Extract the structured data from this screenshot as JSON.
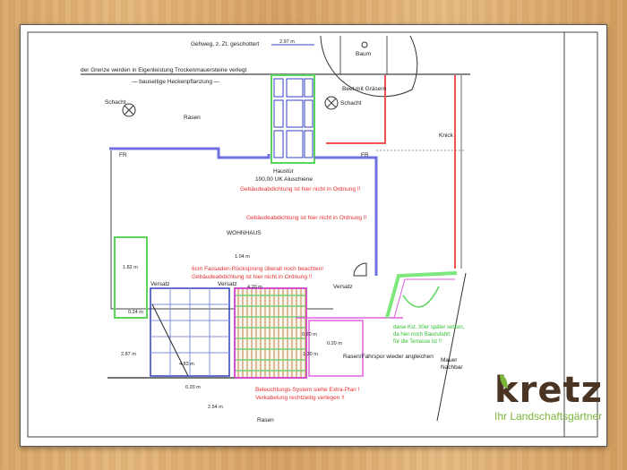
{
  "plan": {
    "top_label": "Gehweg, z. Zt. geschottert",
    "border_note": "der Grenze werden in Eigenleistung Trockenmauersteine verlegt",
    "hedge": "— bauseitige Heckenpflanzung —",
    "dim_top": "2.97 m",
    "tree": "Baum",
    "bed": "Beet mit Gräsern",
    "manhole_left": "Schacht",
    "manhole_right": "Schacht",
    "lawn_top": "Rasen",
    "fr_left": "FR",
    "fr_right": "FR",
    "knick": "Knick",
    "door": "Haustür",
    "door_level": "100,00 UK Aluschiene",
    "seal_note_1": "Gebäudeabdichtung ist hier nicht in Ordnung !!",
    "seal_note_2": "Gebäudeabdichtung ist hier nicht in Ordnung !!",
    "house": "WOHNHAUS",
    "dim_104": "1.04 m",
    "facade_note": "6cm Fassaden-Rücksprung überall noch beachten!",
    "seal_note_3": "Gebäudeabdichtung ist hier nicht in Ordnung !!",
    "offset_1": "Versatz",
    "offset_2": "Versatz",
    "offset_3": "Versatz",
    "dim_420": "4.20 m",
    "dim_182": "1.82 m",
    "dim_024": "0.24 m",
    "dim_287": "2.87 m",
    "dim_483": "4.83 m",
    "dim_020a": "0.20 m",
    "dim_020b": "0.20 m",
    "dim_020c": "0.20 m",
    "dim_130": "1.30 m",
    "dim_254": "2.54 m",
    "green_note": [
      "diese Kst. 30er später setzen,",
      "da hier noch Bauzufahrt",
      "für die Terrasse ist !!"
    ],
    "lawn_track": "Rasen/Fahrspur wieder angleichen",
    "wall": [
      "Mauer",
      "Nachbar"
    ],
    "lighting_note": [
      "Beleuchtungs-System siehe Extra-Plan !",
      "Verkabelung rechtzeitig verlegen !!"
    ],
    "lawn_bottom": "Rasen"
  },
  "logo": {
    "word": "kretz",
    "tagline": "Ihr Landschaftsgärtner"
  }
}
